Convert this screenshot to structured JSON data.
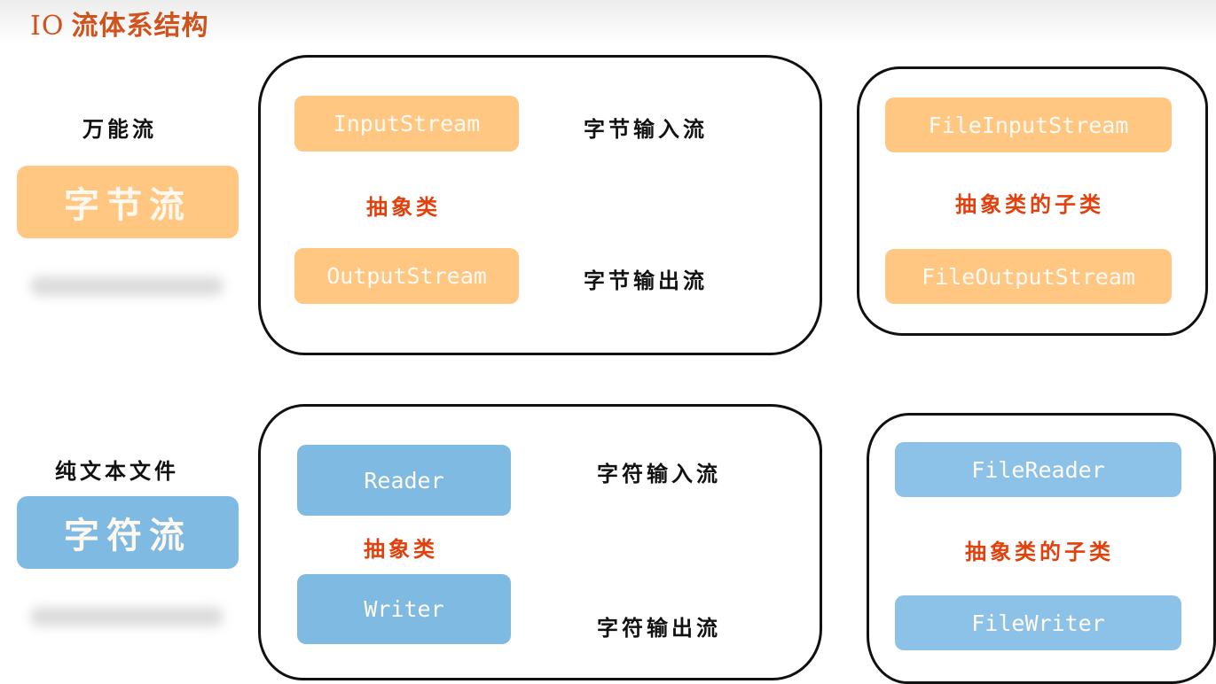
{
  "title": {
    "prefix": "IO",
    "text": "流体系结构"
  },
  "colors": {
    "title": "#d0521c",
    "byte_stream": "#ffc782",
    "char_stream": "#7fbae3",
    "abstract_label": "#e2400c",
    "text_dark": "#111111"
  },
  "byte_row": {
    "caption": "万能流",
    "category": "字节流",
    "abstract_group": {
      "input_class": "InputStream",
      "input_desc": "字节输入流",
      "note": "抽象类",
      "output_class": "OutputStream",
      "output_desc": "字节输出流"
    },
    "subclass_group": {
      "input_class": "FileInputStream",
      "note": "抽象类的子类",
      "output_class": "FileOutputStream"
    }
  },
  "char_row": {
    "caption": "纯文本文件",
    "category": "字符流",
    "abstract_group": {
      "input_class": "Reader",
      "input_desc": "字符输入流",
      "note": "抽象类",
      "output_class": "Writer",
      "output_desc": "字符输出流"
    },
    "subclass_group": {
      "input_class": "FileReader",
      "note": "抽象类的子类",
      "output_class": "FileWriter"
    }
  }
}
